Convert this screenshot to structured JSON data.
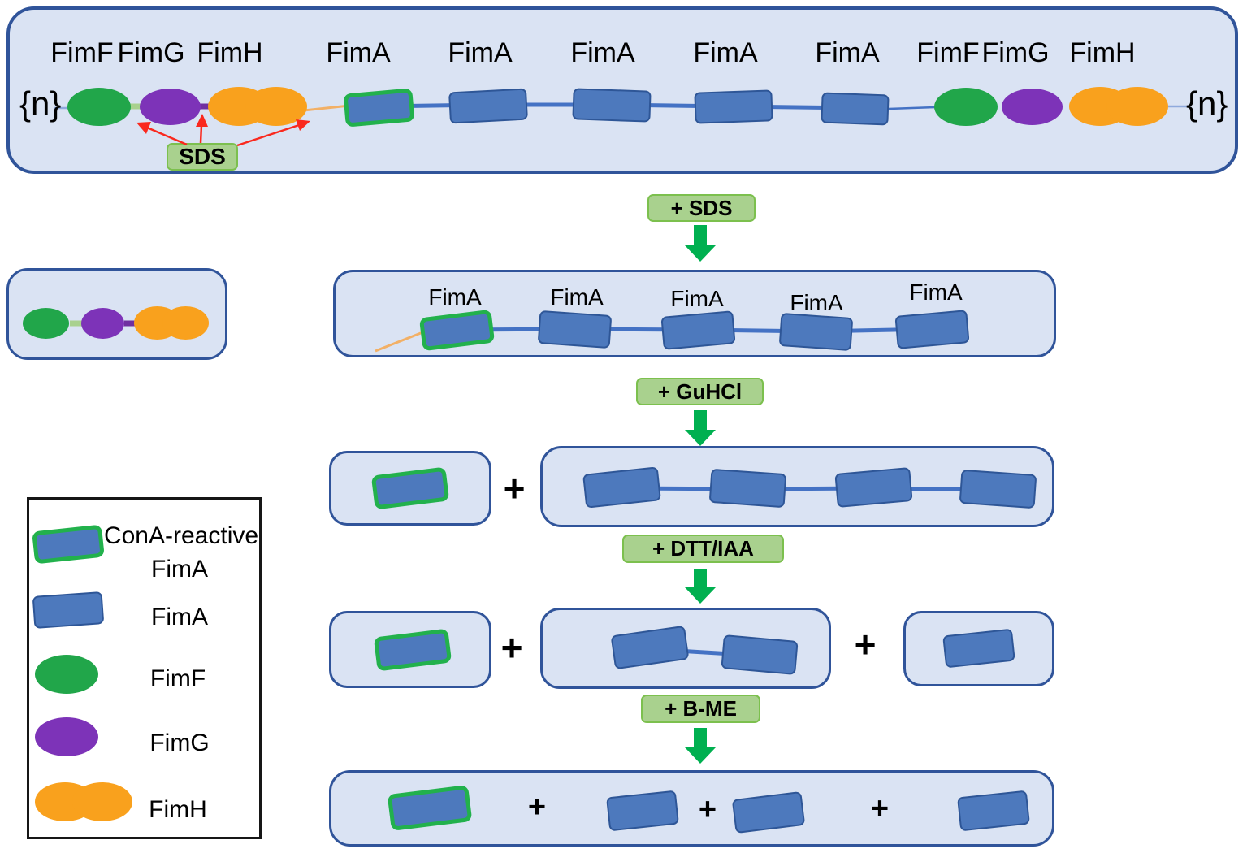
{
  "top_panel": {
    "repeat_left": "{n}",
    "repeat_right": "{n}",
    "protein_labels": [
      "FimF",
      "FimG",
      "FimH",
      "FimA",
      "FimA",
      "FimA",
      "FimA",
      "FimA",
      "FimF",
      "FimG",
      "FimH"
    ],
    "sds_annotation": "SDS"
  },
  "reagent_steps": [
    {
      "label": "+ SDS"
    },
    {
      "label": "+ GuHCl"
    },
    {
      "label": "+ DTT/IAA"
    },
    {
      "label": "+ B-ME"
    }
  ],
  "sds_product_panel": {
    "fima_labels": [
      "FimA",
      "FimA",
      "FimA",
      "FimA",
      "FimA"
    ]
  },
  "symbols": {
    "plus": "+"
  },
  "legend": {
    "items": [
      {
        "shape": "cona-reactive-fima",
        "label": "ConA-reactive",
        "label2": "FimA"
      },
      {
        "shape": "fima",
        "label": "FimA"
      },
      {
        "shape": "fimf",
        "label": "FimF"
      },
      {
        "shape": "fimg",
        "label": "FimG"
      },
      {
        "shape": "fimh",
        "label": "FimH"
      }
    ]
  },
  "colors": {
    "panel_fill": "#dae3f3",
    "panel_border": "#30549a",
    "fima_fill": "#4d79bd",
    "fima_border": "#2e5697",
    "cona_border": "#22b14c",
    "fimf_green": "#21a64a",
    "fimg_purple": "#7d33b8",
    "fimh_orange": "#f9a11d",
    "linker_green": "#a9d18e",
    "linker_purple": "#7030a0",
    "linker_orange": "#f2b066",
    "chain_blue": "#4472c4",
    "thin_blue": "#8faadc",
    "badge_fill": "#a9d18e",
    "badge_border": "#7cc04e",
    "arrow_green": "#00b050",
    "arrow_red": "#fa291e"
  }
}
